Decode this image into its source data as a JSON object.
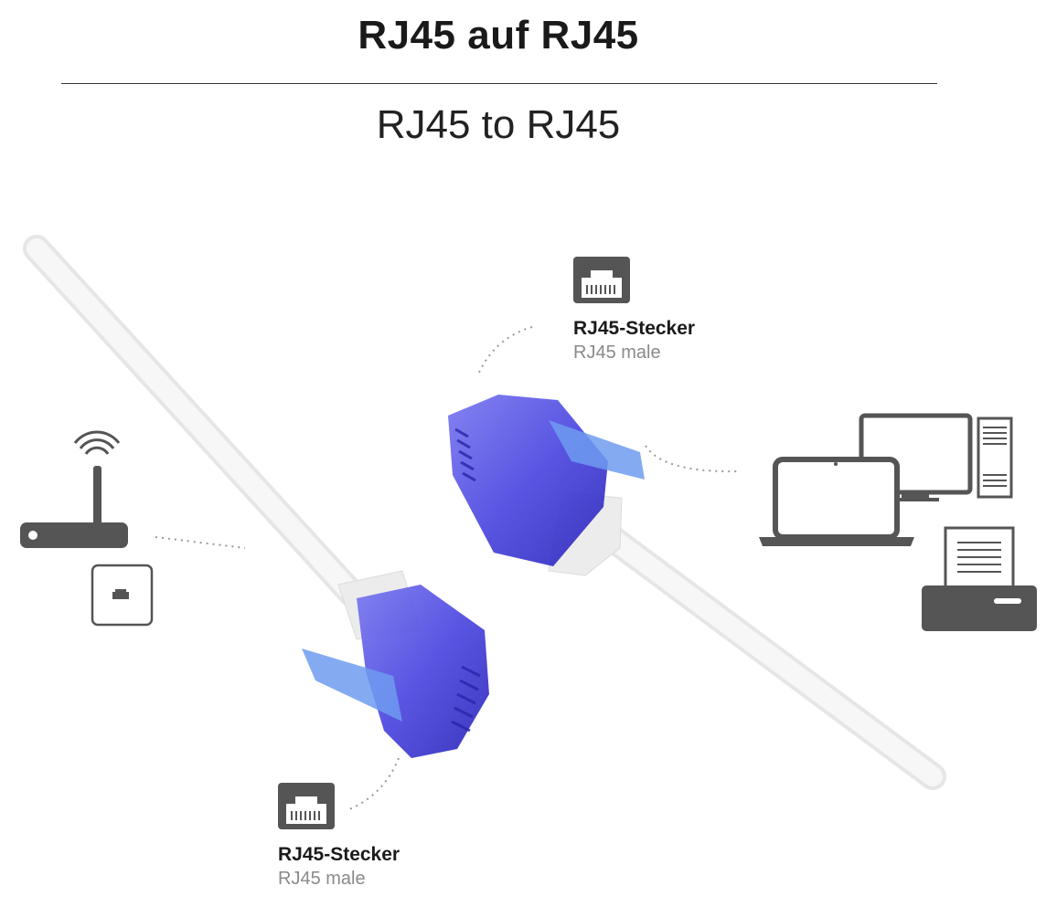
{
  "header": {
    "title_de": "RJ45 auf RJ45",
    "title_en": "RJ45 to RJ45"
  },
  "connectors": [
    {
      "name_de": "RJ45-Stecker",
      "name_en": "RJ45 male"
    },
    {
      "name_de": "RJ45-Stecker",
      "name_en": "RJ45 male"
    }
  ],
  "colors": {
    "plug_blue": "#4b47e0",
    "icon_gray": "#555555",
    "cable_white": "#f4f4f4",
    "secondary_text": "#8a8a8a"
  },
  "icons": [
    "rj45-port-icon",
    "router-icon",
    "wall-socket-icon",
    "laptop-icon",
    "desktop-monitor-icon",
    "tower-pc-icon",
    "printer-icon"
  ]
}
